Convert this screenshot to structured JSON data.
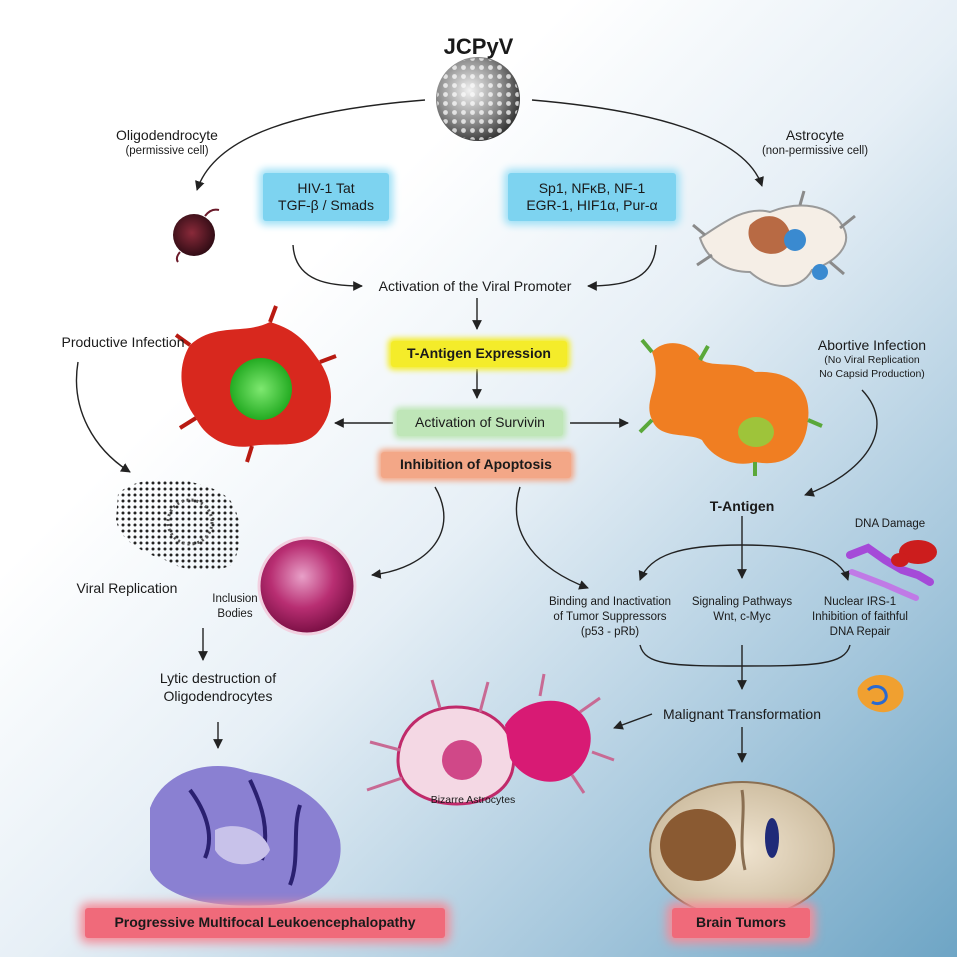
{
  "virus": {
    "title": "JCPyV"
  },
  "cells": {
    "oligodendrocyte": {
      "name": "Oligodendrocyte",
      "note": "(permissive cell)"
    },
    "astrocyte": {
      "name": "Astrocyte",
      "note": "(non-permissive cell)"
    }
  },
  "factors": {
    "left": [
      "HIV-1 Tat",
      "TGF-β / Smads"
    ],
    "right": [
      "Sp1, NFκB, NF-1",
      "EGR-1, HIF1α, Pur-α"
    ]
  },
  "central": {
    "promoter": "Activation of the Viral Promoter",
    "t_antigen_expression": "T-Antigen Expression",
    "survivin": "Activation of Survivin",
    "apoptosis": "Inhibition of Apoptosis"
  },
  "left_branch": {
    "productive": "Productive Infection",
    "replication": "Viral Replication",
    "inclusion": [
      "Inclusion",
      "Bodies"
    ],
    "lytic": [
      "Lytic destruction of",
      "Oligodendrocytes"
    ],
    "outcome": "Progressive Multifocal Leukoencephalopathy"
  },
  "right_branch": {
    "abortive": "Abortive Infection",
    "abortive_notes": [
      "(No Viral Replication",
      "No Capsid Production)"
    ],
    "t_antigen": "T-Antigen",
    "dna_damage": "DNA Damage",
    "mechanisms": {
      "tumor_suppressors": [
        "Binding and Inactivation",
        "of Tumor Suppressors",
        "(p53 - pRb)"
      ],
      "signaling": [
        "Signaling Pathways",
        "Wnt, c-Myc"
      ],
      "irs1": [
        "Nuclear IRS-1",
        "Inhibition of faithful",
        "DNA Repair"
      ]
    },
    "malignant": "Malignant Transformation",
    "bizarre": "Bizarre Astrocytes",
    "outcome": "Brain Tumors"
  },
  "colors": {
    "factor_highlight": "#7dd3f0",
    "t_antigen_highlight": "#f4ec2a",
    "survivin_highlight": "#bfe6b8",
    "apoptosis_highlight": "#f3a787",
    "outcome_highlight": "#f06a7a"
  }
}
